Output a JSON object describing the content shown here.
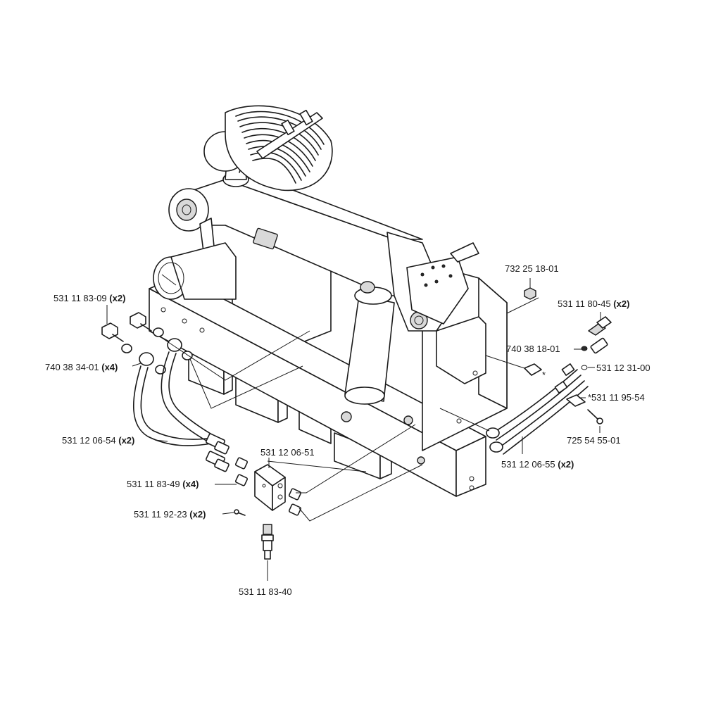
{
  "labels": {
    "p_732_25_18_01": {
      "code": "732 25 18-01",
      "qty": ""
    },
    "p_531_11_80_45": {
      "code": "531 11 80-45",
      "qty": "(x2)"
    },
    "p_740_38_18_01": {
      "code": "740 38 18-01",
      "qty": ""
    },
    "p_531_12_31_00": {
      "code": "531 12 31-00",
      "qty": ""
    },
    "p_531_11_95_54": {
      "code": "*531 11 95-54",
      "qty": ""
    },
    "p_725_54_55_01": {
      "code": "725 54 55-01",
      "qty": ""
    },
    "p_531_12_06_55": {
      "code": "531 12 06-55",
      "qty": "(x2)"
    },
    "p_531_11_83_09": {
      "code": "531 11 83-09",
      "qty": "(x2)"
    },
    "p_740_38_34_01": {
      "code": "740 38 34-01",
      "qty": "(x4)"
    },
    "p_531_12_06_54": {
      "code": "531 12 06-54",
      "qty": "(x2)"
    },
    "p_531_12_06_51": {
      "code": "531 12 06-51",
      "qty": ""
    },
    "p_531_11_83_49": {
      "code": "531 11 83-49",
      "qty": "(x4)"
    },
    "p_531_11_92_23": {
      "code": "531 11 92-23",
      "qty": "(x2)"
    },
    "p_531_11_83_40": {
      "code": "531 11 83-40",
      "qty": ""
    }
  },
  "marks": {
    "asterisk": "*"
  }
}
